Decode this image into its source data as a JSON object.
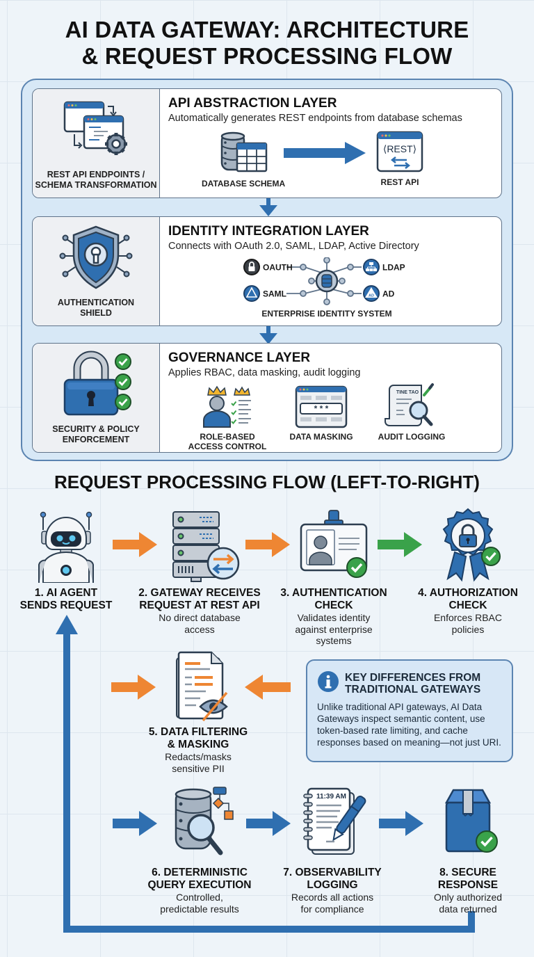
{
  "title": {
    "line1": "AI DATA GATEWAY: ARCHITECTURE",
    "line2": "& REQUEST PROCESSING FLOW"
  },
  "colors": {
    "blue": "#2f6fb0",
    "orange": "#ee8633",
    "green": "#3aa24a",
    "panel_bg": "#d7e8f6",
    "border": "#5e7289"
  },
  "architecture": {
    "layers": [
      {
        "icon": "rest-api-transformation-icon",
        "caption": [
          "REST API ENDPOINTS /",
          "SCHEMA TRANSFORMATION"
        ],
        "title": "API ABSTRACTION LAYER",
        "subtitle": "Automatically generates REST endpoints from database schemas",
        "items": [
          {
            "icon": "database-schema-icon",
            "label": "DATABASE SCHEMA"
          },
          {
            "icon": "rest-api-icon",
            "label": "REST API",
            "glyph": "⟨REST⟩"
          }
        ]
      },
      {
        "icon": "authentication-shield-icon",
        "caption": [
          "AUTHENTICATION",
          "SHIELD"
        ],
        "title": "IDENTITY INTEGRATION LAYER",
        "subtitle": "Connects with OAuth 2.0, SAML, LDAP, Active Directory",
        "providers": [
          "OAUTH",
          "LDAP",
          "SAML",
          "AD"
        ],
        "provider_badge_ad": "AD",
        "system_label": "ENTERPRISE IDENTITY SYSTEM"
      },
      {
        "icon": "security-policy-icon",
        "caption": [
          "SECURITY & POLICY",
          "ENFORCEMENT"
        ],
        "title": "GOVERNANCE LAYER",
        "subtitle": "Applies RBAC, data masking, audit logging",
        "items": [
          {
            "icon": "rbac-icon",
            "label": [
              "ROLE-BASED",
              "ACCESS CONTROL"
            ]
          },
          {
            "icon": "data-masking-icon",
            "label": [
              "DATA MASKING"
            ],
            "mask_text": "* * *"
          },
          {
            "icon": "audit-logging-icon",
            "label": [
              "AUDIT LOGGING"
            ],
            "doc_text": "TINE TAO"
          }
        ]
      }
    ]
  },
  "flow": {
    "title": "REQUEST PROCESSING FLOW (LEFT-TO-RIGHT)",
    "steps": [
      {
        "n": 1,
        "title": [
          "1. AI AGENT",
          "SENDS REQUEST"
        ],
        "desc": [],
        "icon": "robot-icon"
      },
      {
        "n": 2,
        "title": [
          "2. GATEWAY RECEIVES",
          "REQUEST AT REST API"
        ],
        "desc": [
          "No direct database",
          "access"
        ],
        "icon": "server-icon"
      },
      {
        "n": 3,
        "title": [
          "3. AUTHENTICATION",
          "CHECK"
        ],
        "desc": [
          "Validates identity",
          "against enterprise",
          "systems"
        ],
        "icon": "id-badge-icon"
      },
      {
        "n": 4,
        "title": [
          "4. AUTHORIZATION",
          "CHECK"
        ],
        "desc": [
          "Enforces RBAC",
          "policies"
        ],
        "icon": "award-lock-icon"
      },
      {
        "n": 5,
        "title": [
          "5. DATA FILTERING",
          "& MASKING"
        ],
        "desc": [
          "Redacts/masks",
          "sensitive PII"
        ],
        "icon": "document-redact-icon"
      },
      {
        "n": 6,
        "title": [
          "6. DETERMINISTIC",
          "QUERY EXECUTION"
        ],
        "desc": [
          "Controlled,",
          "predictable results"
        ],
        "icon": "database-search-icon"
      },
      {
        "n": 7,
        "title": [
          "7. OBSERVABILITY",
          "LOGGING"
        ],
        "desc": [
          "Records all actions",
          "for compliance"
        ],
        "icon": "notebook-log-icon",
        "log_time": "11:39 AM"
      },
      {
        "n": 8,
        "title": [
          "8. SECURE",
          "RESPONSE"
        ],
        "desc": [
          "Only authorized",
          "data returned"
        ],
        "icon": "secure-package-icon"
      }
    ],
    "note": {
      "icon": "info-icon",
      "title": [
        "KEY DIFFERENCES FROM",
        "TRADITIONAL GATEWAYS"
      ],
      "body": "Unlike traditional API gateways, AI Data Gateways inspect semantic content, use token-based rate limiting, and cache responses based on meaning—not just URI."
    }
  }
}
